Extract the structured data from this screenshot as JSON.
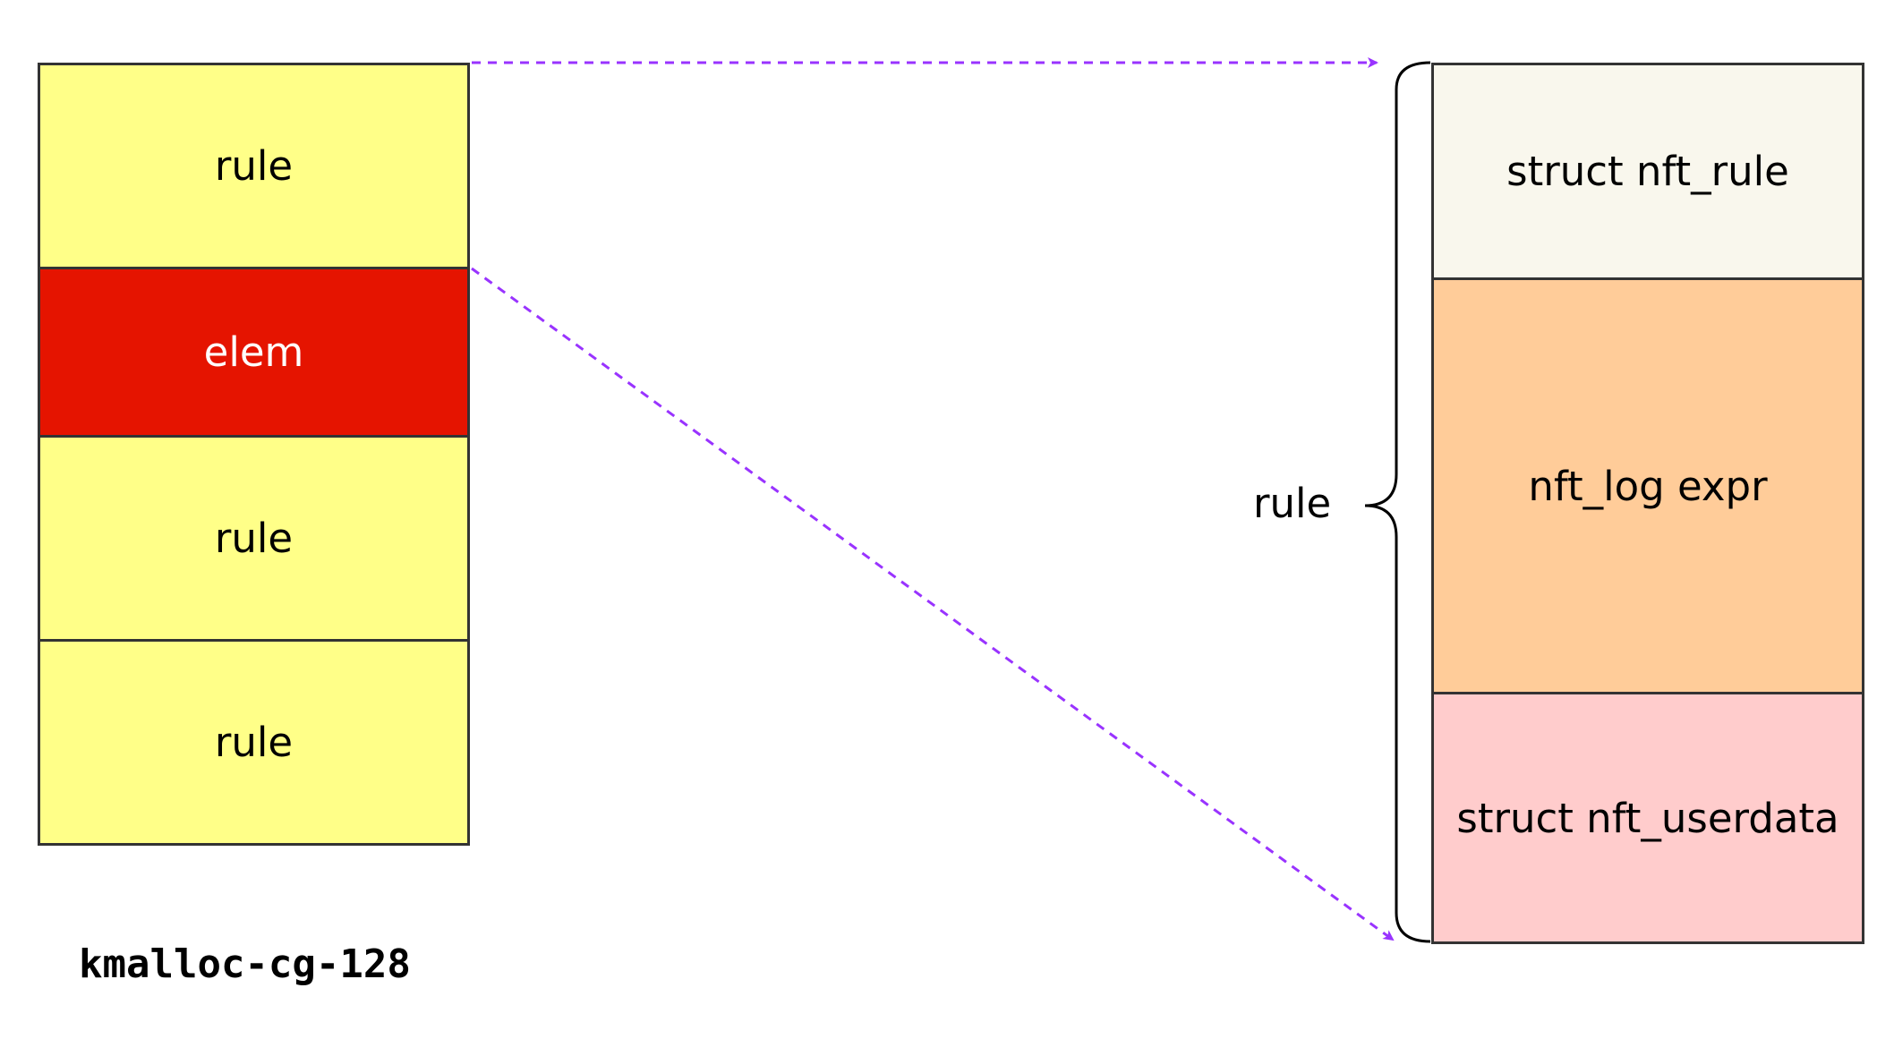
{
  "slab": {
    "label": "kmalloc-cg-128",
    "slots": [
      {
        "label": "rule",
        "fill": "#FFFF88",
        "text_color": "#000000"
      },
      {
        "label": "elem",
        "fill": "#E51400",
        "text_color": "#FFFFFF"
      },
      {
        "label": "rule",
        "fill": "#FFFF88",
        "text_color": "#000000"
      },
      {
        "label": "rule",
        "fill": "#FFFF88",
        "text_color": "#000000"
      }
    ]
  },
  "rule_layout": {
    "brace_label": "rule",
    "parts": [
      {
        "label": "struct nft_rule",
        "fill": "#F9F7ED"
      },
      {
        "label": "nft_log expr",
        "fill": "#FFCC99"
      },
      {
        "label": "struct nft_userdata",
        "fill": "#FFCCCC"
      }
    ]
  },
  "colors": {
    "arrow": "#9933FF",
    "border": "#333333"
  }
}
